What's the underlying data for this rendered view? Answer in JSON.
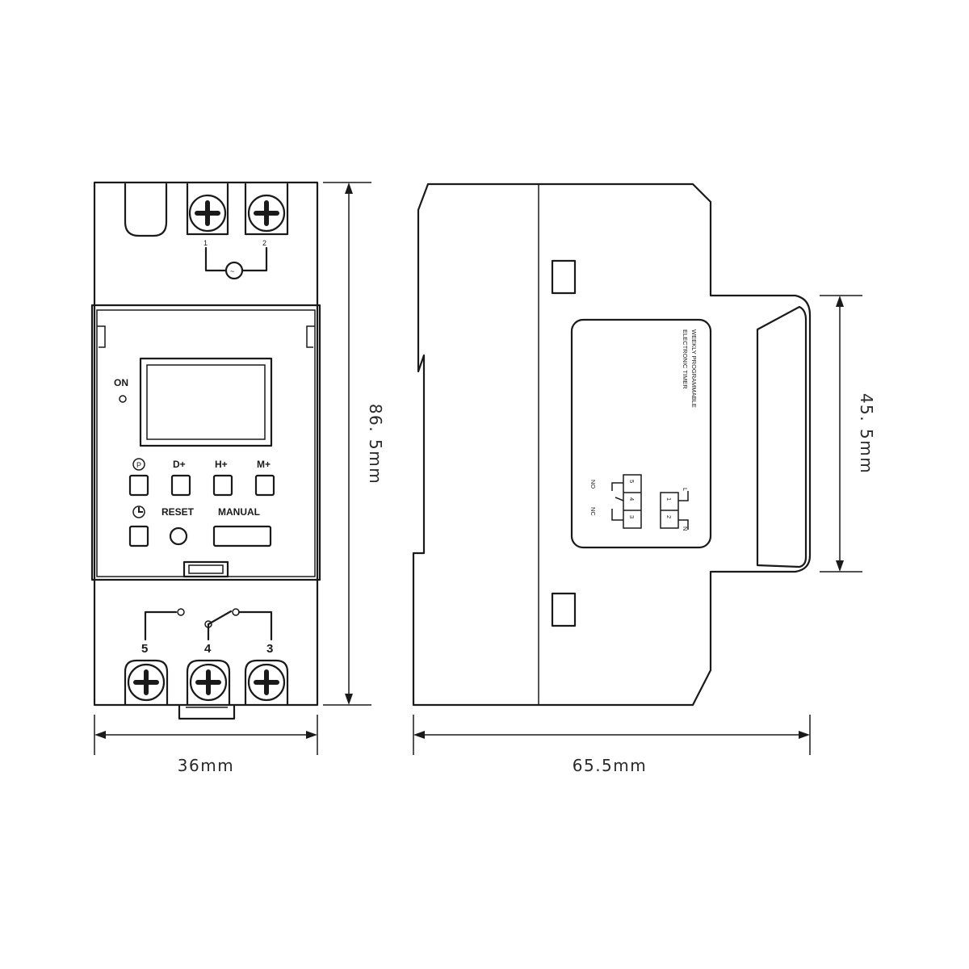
{
  "front_view": {
    "terminal_top": [
      "1",
      "2"
    ],
    "supply_symbol": "~",
    "on_label": "ON",
    "button_labels": [
      "D+",
      "H+",
      "M+"
    ],
    "reset_label": "RESET",
    "manual_label": "MANUAL",
    "terminal_bottom": [
      "5",
      "4",
      "3"
    ]
  },
  "side_view": {
    "label_line1": "WEEKLY PROGRAMMABLE",
    "label_line2": "ELECTRONIC TIMER",
    "contact_no": "NO",
    "contact_nc": "NC",
    "relay_terms": [
      "5",
      "4",
      "3"
    ],
    "supply_L": "L",
    "supply_N": "N",
    "supply_terms": [
      "1",
      "2"
    ]
  },
  "dimensions": {
    "front_width": "36mm",
    "front_height": "86. 5mm",
    "side_width": "65.5mm",
    "side_height": "45. 5mm"
  }
}
